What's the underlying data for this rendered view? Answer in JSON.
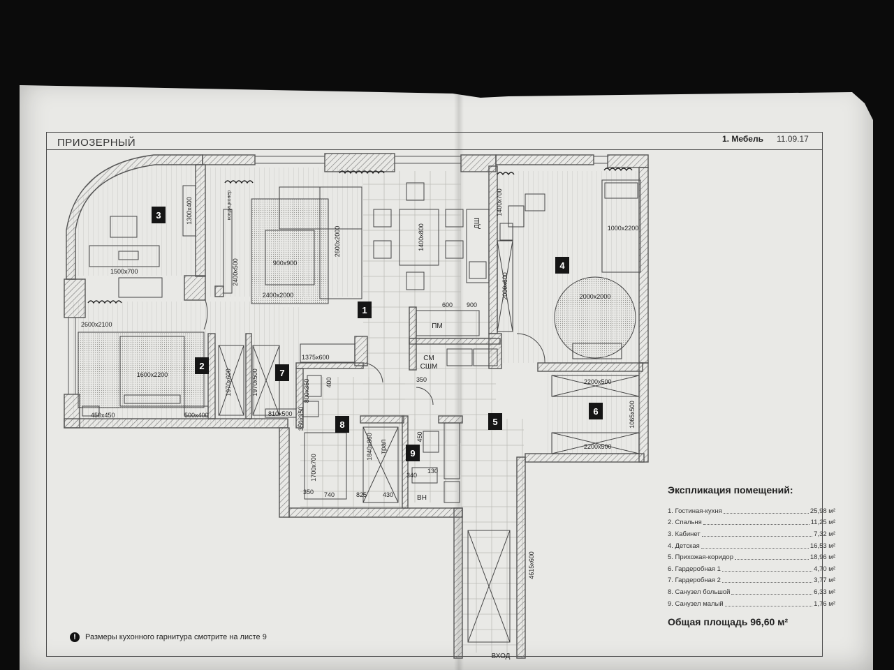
{
  "sheet": {
    "project_title": "ПРИОЗЕРНЫЙ",
    "sheet_title": "1. Мебель",
    "date": "11.09.17"
  },
  "rooms": [
    {
      "number": "1"
    },
    {
      "number": "2"
    },
    {
      "number": "3"
    },
    {
      "number": "4"
    },
    {
      "number": "5"
    },
    {
      "number": "6"
    },
    {
      "number": "7"
    },
    {
      "number": "8"
    },
    {
      "number": "9"
    }
  ],
  "dimensions": {
    "d_1300x400": "1300x400",
    "d_1500x700": "1500x700",
    "d_2600x2100": "2600x2100",
    "d_1600x2200": "1600x2200",
    "d_450x450": "450x450",
    "d_500x400": "500x400",
    "d_1970x600": "1970x600",
    "d_1970x500": "1970x500",
    "d_810x500": "810x500",
    "d_2400x500": "2400x500",
    "d_900x900": "900x900",
    "d_2400x2000": "2400x2000",
    "d_2600x2000": "2600x2000",
    "d_1400x800": "1400x800",
    "d_600": "600",
    "d_900": "900",
    "d_1375x600": "1375x600",
    "d_400": "400",
    "d_350": "350",
    "d_800x350": "800x350",
    "d_350x350": "350x350",
    "d_1700x700": "1700x700",
    "d_1840x860": "1840x860",
    "d_450": "450",
    "d_130": "130",
    "d_340": "340",
    "d_b350": "350",
    "d_740": "740",
    "d_825": "825",
    "d_430": "430",
    "d_1000x2200": "1000x2200",
    "d_1400x700": "1400x700",
    "d_2000x600": "2000x600",
    "d_2000x2000": "2000x2000",
    "d_2200x500_top": "2200x500",
    "d_1065x500": "1065x500",
    "d_2200x500_bot": "2200x500",
    "d_4615x600": "4615x600"
  },
  "labels": {
    "conditioner": "кондиционер",
    "dishwasher": "ДШ",
    "pm": "ПМ",
    "sm": "СМ",
    "sshm": "СШМ",
    "drain": "трап",
    "vn": "ВН",
    "entrance": "ВХОД"
  },
  "legend": {
    "title": "Экспликация помещений:",
    "items": [
      {
        "name": "1. Гостиная-кухня",
        "area": "25,98 м²"
      },
      {
        "name": "2. Спальня",
        "area": "11,25 м²"
      },
      {
        "name": "3. Кабинет",
        "area": "7,32 м²"
      },
      {
        "name": "4. Детская",
        "area": "16,53 м²"
      },
      {
        "name": "5. Прихожая-коридор",
        "area": "18,96 м²"
      },
      {
        "name": "6. Гардеробная 1",
        "area": "4,70 м²"
      },
      {
        "name": "7. Гардеробная 2",
        "area": "3,77 м²"
      },
      {
        "name": "8. Санузел большой",
        "area": "6,33 м²"
      },
      {
        "name": "9. Санузел малый",
        "area": "1,76 м²"
      }
    ],
    "total": "Общая площадь 96,60 м²"
  },
  "note": {
    "icon": "exclamation-icon",
    "text": "Размеры кухонного гарнитура смотрите на листе 9"
  },
  "colors": {
    "paper": "#e9e9e6",
    "wall": "#555555",
    "background": "#0b0b0b",
    "room_tag": "#151515"
  }
}
